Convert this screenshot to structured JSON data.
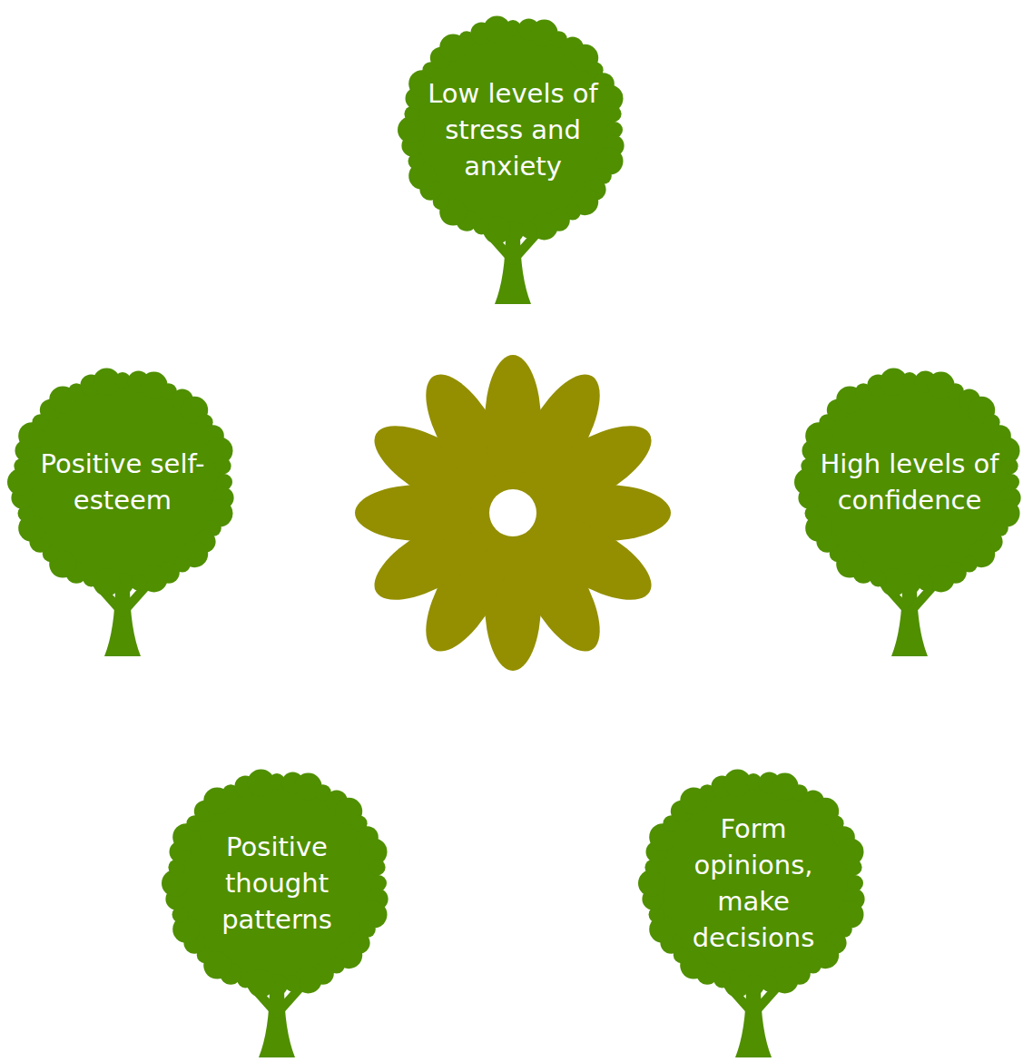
{
  "diagram": {
    "nodes": [
      {
        "text": [
          "Low levels of stress and anxiety"
        ]
      },
      {
        "text": [
          "Positive self-esteem"
        ]
      },
      {
        "text": [
          "High levels of confidence"
        ]
      },
      {
        "text": [
          "Positive thought patterns"
        ]
      },
      {
        "text": [
          "Form opinions, make decisions"
        ]
      }
    ]
  }
}
